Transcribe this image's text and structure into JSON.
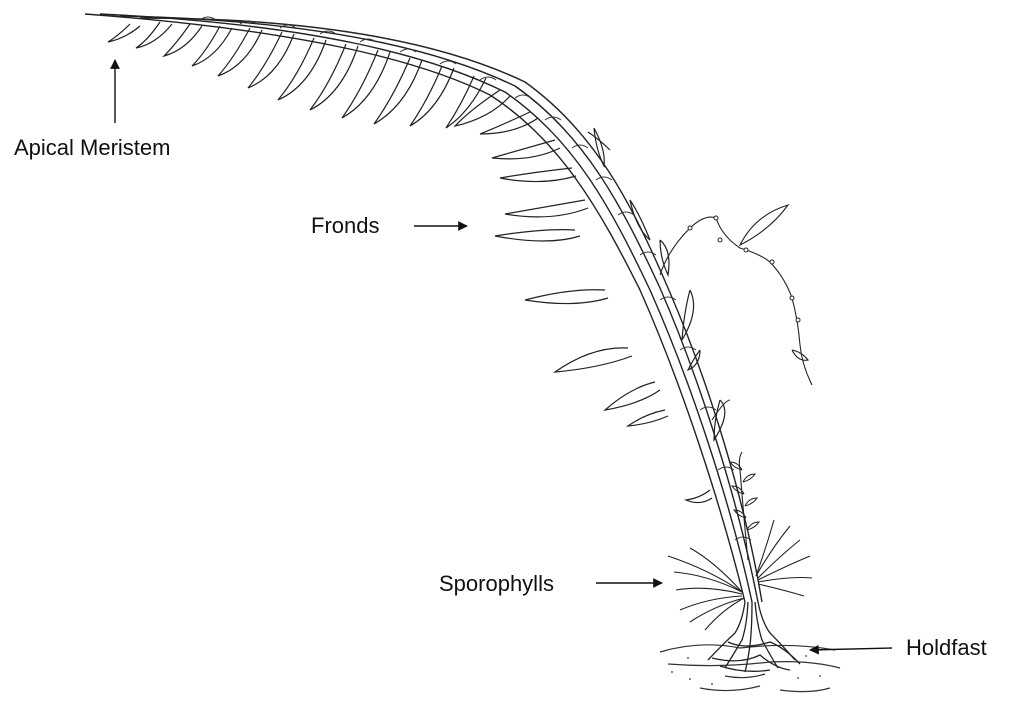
{
  "diagram": {
    "labels": {
      "apical_meristem": "Apical Meristem",
      "fronds": "Fronds",
      "sporophylls": "Sporophylls",
      "holdfast": "Holdfast"
    },
    "colors": {
      "line": "#222222",
      "background": "#ffffff"
    }
  }
}
